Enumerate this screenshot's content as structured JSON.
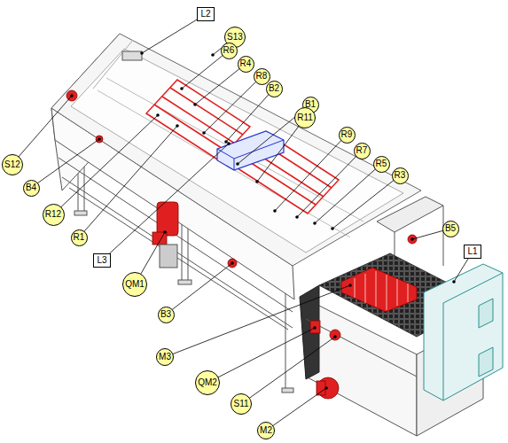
{
  "diagram": {
    "nodes": [
      {
        "text": [
          "L2"
        ]
      },
      {
        "text": [
          "S13"
        ]
      },
      {
        "text": [
          "R6"
        ]
      },
      {
        "text": [
          "R4"
        ]
      },
      {
        "text": [
          "R8"
        ]
      },
      {
        "text": [
          "B2"
        ]
      },
      {
        "text": [
          "B1"
        ]
      },
      {
        "text": [
          "R11"
        ]
      },
      {
        "text": [
          "R9"
        ]
      },
      {
        "text": [
          "R7"
        ]
      },
      {
        "text": [
          "R5"
        ]
      },
      {
        "text": [
          "R3"
        ]
      },
      {
        "text": [
          "S12"
        ]
      },
      {
        "text": [
          "B4"
        ]
      },
      {
        "text": [
          "R12"
        ]
      },
      {
        "text": [
          "R1"
        ]
      },
      {
        "text": [
          "L3"
        ]
      },
      {
        "text": [
          "B5"
        ]
      },
      {
        "text": [
          "L1"
        ]
      },
      {
        "text": [
          "QM1"
        ]
      },
      {
        "text": [
          "B3"
        ]
      },
      {
        "text": [
          "M3"
        ]
      },
      {
        "text": [
          "QM2"
        ]
      },
      {
        "text": [
          "S11"
        ]
      },
      {
        "text": [
          "M2"
        ]
      }
    ]
  }
}
